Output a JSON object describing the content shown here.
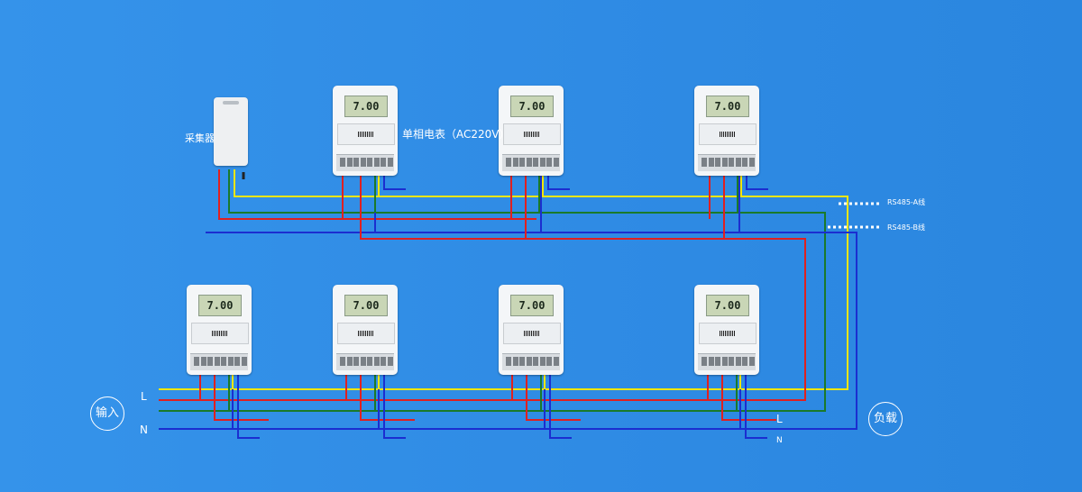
{
  "labels": {
    "collector": "采集器",
    "meter_type": "单相电表（AC220V）",
    "rs485_a": "RS485-A线",
    "rs485_b": "RS485-B线",
    "input_circle": "输入",
    "load_circle": "负载",
    "line_L": "L",
    "line_N": "N",
    "load_L": "L",
    "load_N": "N"
  },
  "meter": {
    "display": "7.00"
  },
  "colors": {
    "background": "#3090e8",
    "wire_red": "#e02020",
    "wire_green": "#1a7a2a",
    "wire_yellow": "#f3e600",
    "wire_blue": "#1b2ed0",
    "dashed_white": "#ffffff"
  }
}
